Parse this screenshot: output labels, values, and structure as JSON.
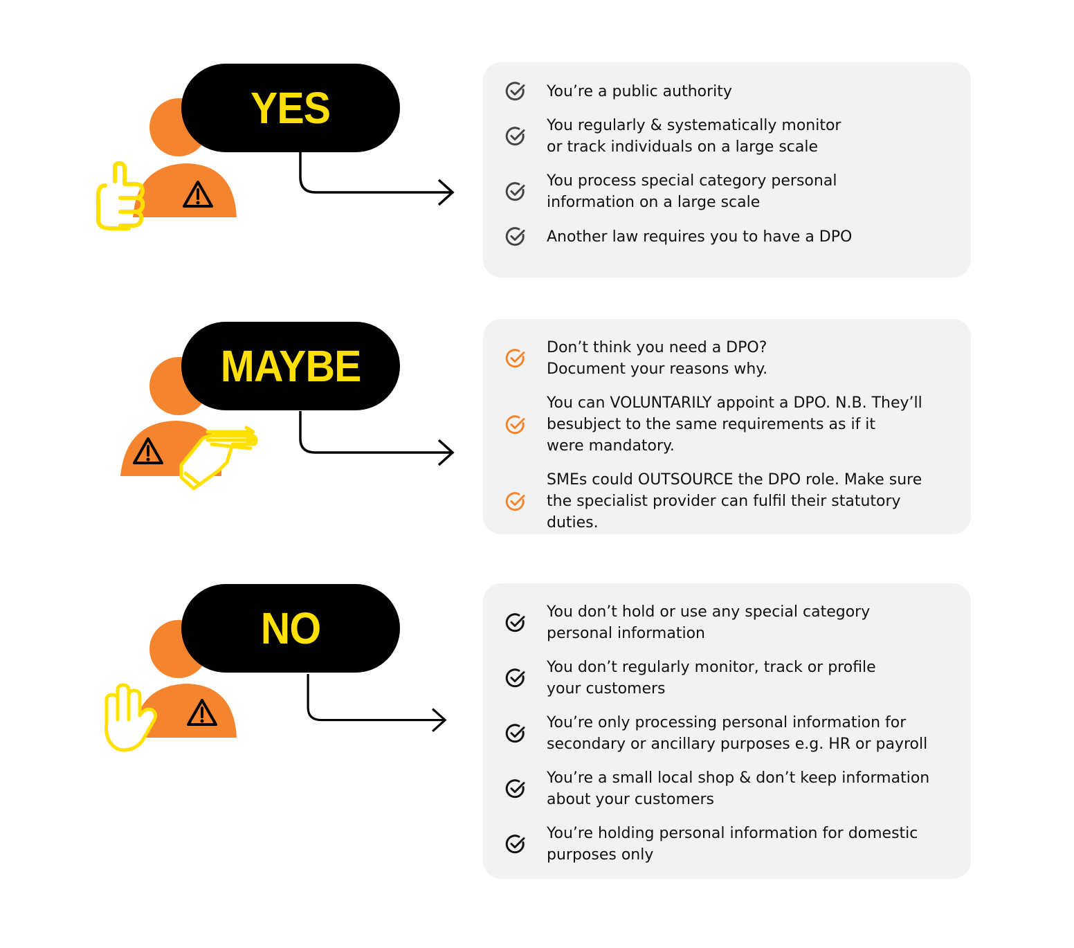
{
  "colors": {
    "orange": "#F5842F",
    "yellow": "#FFE000",
    "black": "#000000",
    "card_bg": "#F2F2F2",
    "check_dark": "#222222",
    "check_grey": "#444444"
  },
  "sections": [
    {
      "label": "YES",
      "gesture_icon": "thumbs-up-icon",
      "check_icon_color": "#444444",
      "items": [
        "You’re a public authority",
        "You regularly & systematically monitor\nor track individuals on a large scale",
        "You process special category personal\ninformation on a large scale",
        "Another law requires you to have a DPO"
      ]
    },
    {
      "label": "MAYBE",
      "gesture_icon": "pointing-hand-icon",
      "check_icon_color": "#F5842F",
      "items": [
        "Don’t think you need a DPO?\nDocument your reasons why.",
        "You can VOLUNTARILY appoint a DPO. N.B. They’ll\nbesubject to the same requirements as if it\nwere mandatory.",
        "SMEs could OUTSOURCE the DPO role. Make sure\nthe specialist provider can fulfil their statutory duties."
      ]
    },
    {
      "label": "NO",
      "gesture_icon": "raised-hand-icon",
      "check_icon_color": "#111111",
      "items": [
        "You don’t hold or use any special category\npersonal information",
        "You don’t regularly monitor, track or profile\nyour customers",
        "You’re only processing personal information for\nsecondary or ancillary purposes e.g. HR or payroll",
        "You’re a small local shop & don’t keep information\nabout your customers",
        "You’re holding personal information for domestic\npurposes only"
      ]
    }
  ]
}
